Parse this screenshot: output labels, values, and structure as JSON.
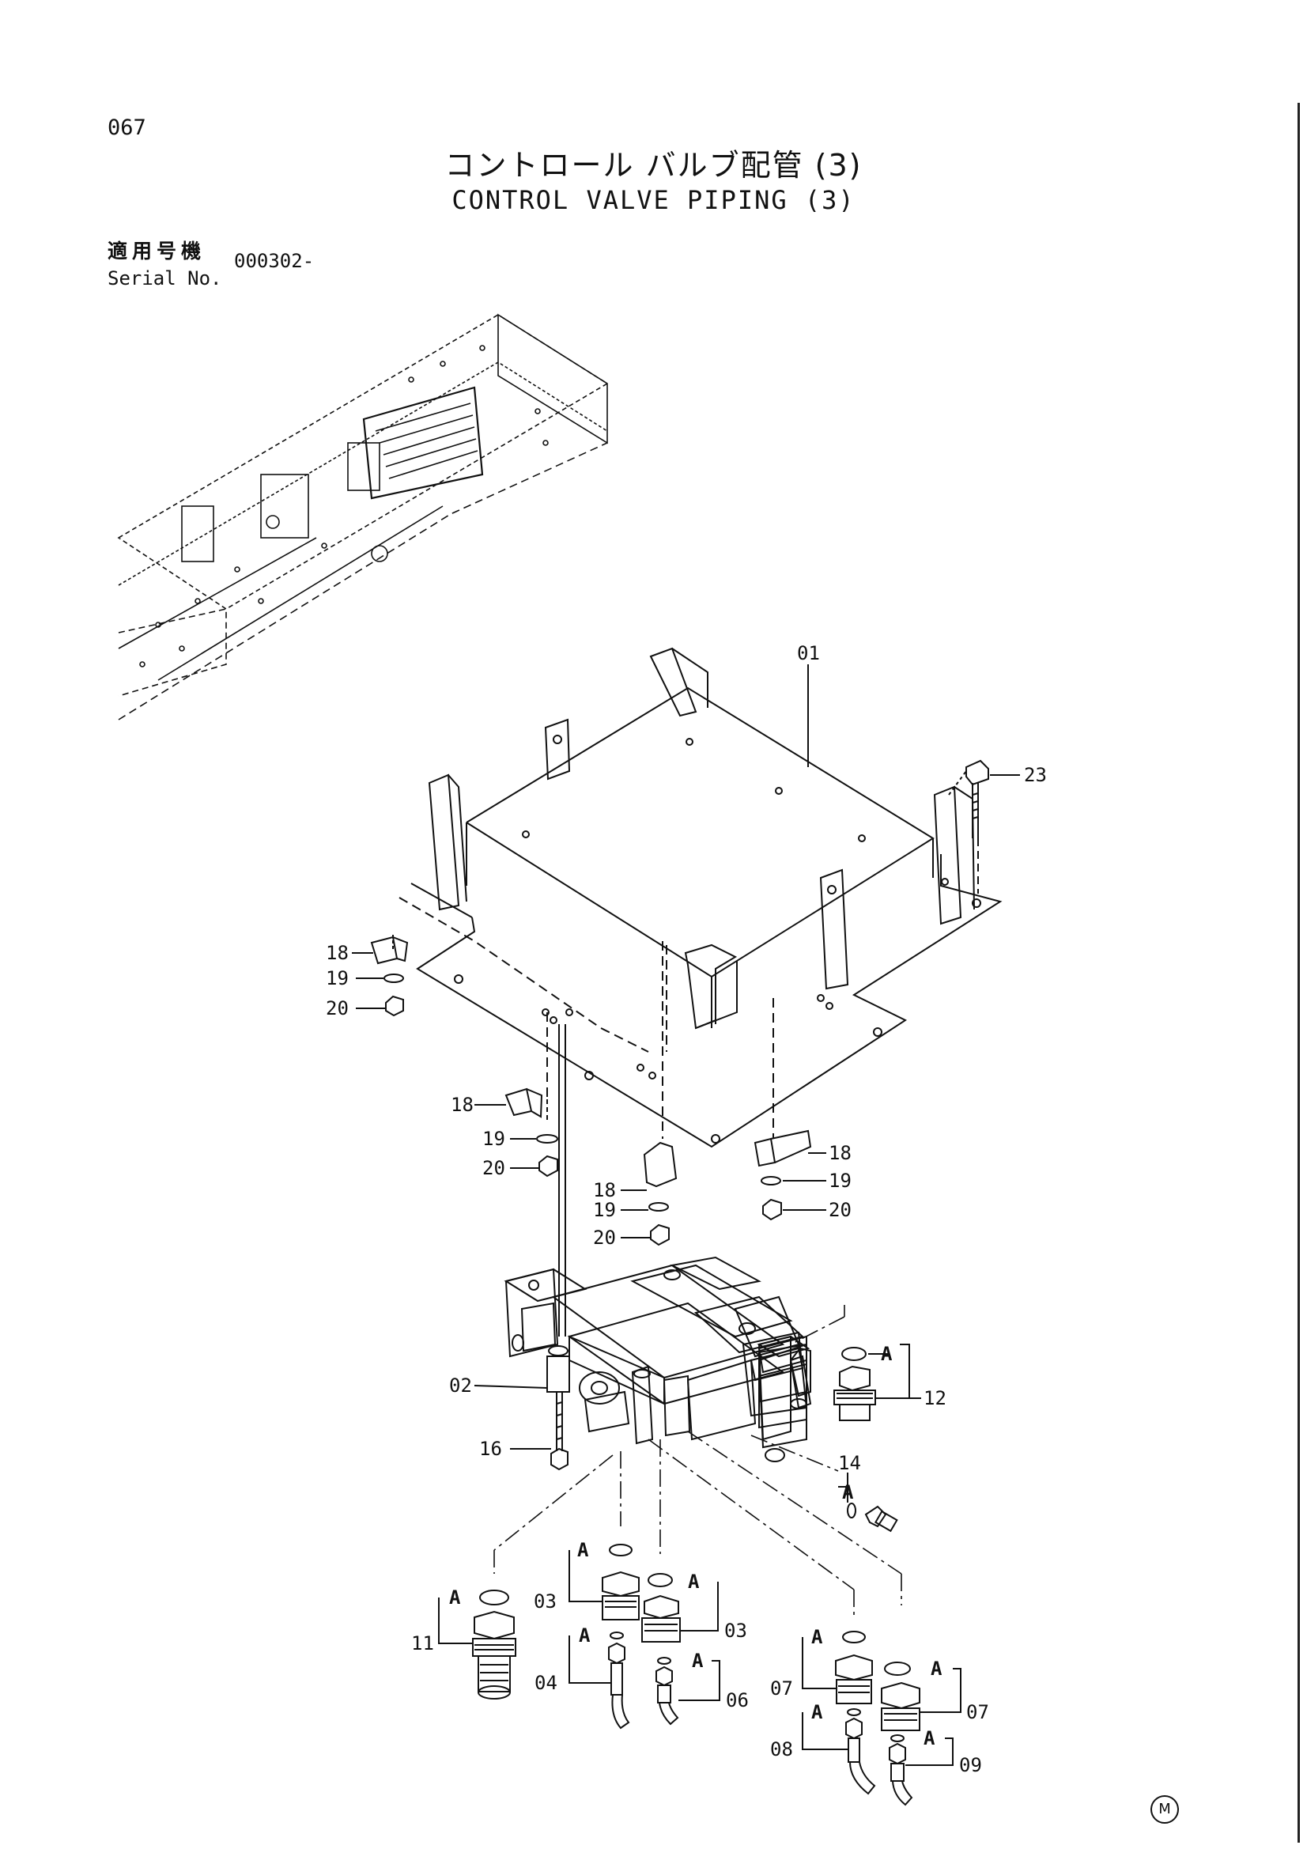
{
  "page": {
    "number": "067",
    "title_jp": "コントロール バルブ配管 (3)",
    "title_en": "CONTROL VALVE PIPING (3)",
    "serial_label_jp": "適用号機",
    "serial_label_en": "Serial No.",
    "serial_value": "000302-",
    "corner_mark": "M"
  },
  "callouts": {
    "c01": "01",
    "c23": "23",
    "c18a": "18",
    "c19a": "19",
    "c20a": "20",
    "c18b": "18",
    "c19b": "19",
    "c20b": "20",
    "c18c": "18",
    "c19c": "19",
    "c20c": "20",
    "c18d": "18",
    "c19d": "19",
    "c20d": "20",
    "c02": "02",
    "c16": "16",
    "c12": "12",
    "c14": "14",
    "c11": "11",
    "c03a": "03",
    "c03b": "03",
    "c04": "04",
    "c06": "06",
    "c07a": "07",
    "c07b": "07",
    "c08": "08",
    "c09": "09"
  },
  "oring_label": "A"
}
